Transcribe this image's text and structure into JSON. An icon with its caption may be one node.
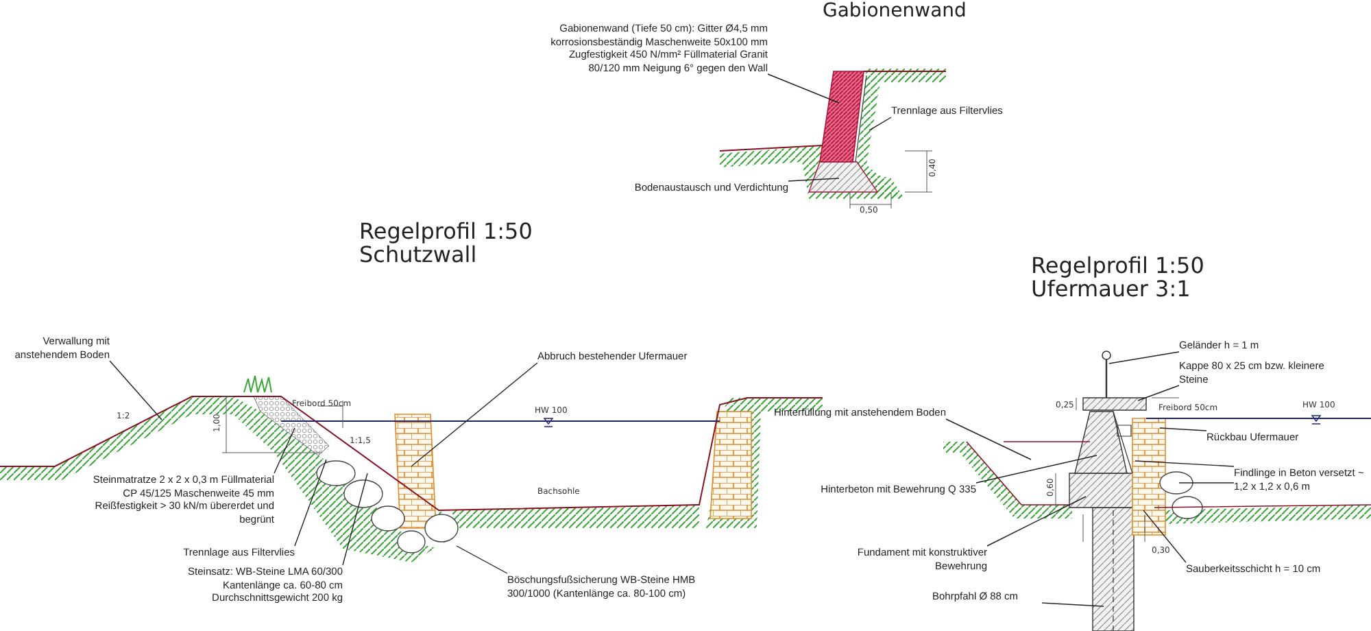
{
  "diagram": {
    "nodes": [
      {
        "text": [
          "Gabionenwand (Tiefe 50 cm): Gitter Ø4,5 mm korrosionsbeständig Maschenweite 50x100 mm Zugfestigkeit 450 N/mm² Füllmaterial Granit 80/120 mm Neigung 6° gegen den Wall"
        ]
      },
      {
        "text": [
          "Trennlage aus Filtervlies"
        ]
      },
      {
        "text": [
          "Bodenaustausch und Verdichtung"
        ]
      },
      {
        "text": [
          "Verwallung mit anstehendem Boden"
        ]
      },
      {
        "text": [
          "Abbruch bestehender Ufermauer"
        ]
      },
      {
        "text": [
          "Steinmatratze 2 x 2 x 0,3 m Füllmaterial CP 45/125 Maschenweite 45 mm Reißfestigkeit > 30 kN/m übererdet und begrünt"
        ]
      },
      {
        "text": [
          "Trennlage aus Filtervlies"
        ]
      },
      {
        "text": [
          "Steinsatz: WB-Steine LMA 60/300 Kantenlänge ca. 60-80 cm Durchschnittsgewicht 200 kg"
        ]
      },
      {
        "text": [
          "Böschungsfußsicherung WB-Steine HMB 300/1000 (Kantenlänge ca. 80-100 cm)"
        ]
      },
      {
        "text": [
          "Geländer h = 1 m"
        ]
      },
      {
        "text": [
          "Kappe 80 x 25 cm bzw. kleinere Steine"
        ]
      },
      {
        "text": [
          "Hinterfüllung mit anstehendem Boden"
        ]
      },
      {
        "text": [
          "Rückbau Ufermauer"
        ]
      },
      {
        "text": [
          "Hinterbeton mit Bewehrung Q 335"
        ]
      },
      {
        "text": [
          "Findlinge in Beton versetzt ~ 1,2 x 1,2 x 0,6 m"
        ]
      },
      {
        "text": [
          "Fundament mit konstruktiver Bewehrung"
        ]
      },
      {
        "text": [
          "Sauberkeitsschicht h = 10 cm"
        ]
      },
      {
        "text": [
          "Bohrpfahl Ø 88 cm"
        ]
      }
    ],
    "edges": [
      {
        "from": 0,
        "to": null,
        "arrow": "none"
      },
      {
        "from": 1,
        "to": null,
        "arrow": "none"
      },
      {
        "from": 2,
        "to": null,
        "arrow": "none"
      },
      {
        "from": 3,
        "to": null,
        "arrow": "none"
      },
      {
        "from": 4,
        "to": null,
        "arrow": "none"
      },
      {
        "from": 5,
        "to": null,
        "arrow": "none"
      },
      {
        "from": 6,
        "to": null,
        "arrow": "none"
      },
      {
        "from": 7,
        "to": null,
        "arrow": "none"
      },
      {
        "from": 8,
        "to": null,
        "arrow": "none"
      },
      {
        "from": 9,
        "to": null,
        "arrow": "none"
      },
      {
        "from": 10,
        "to": null,
        "arrow": "none"
      },
      {
        "from": 11,
        "to": null,
        "arrow": "none"
      },
      {
        "from": 12,
        "to": null,
        "arrow": "none"
      },
      {
        "from": 13,
        "to": null,
        "arrow": "none"
      },
      {
        "from": 14,
        "to": null,
        "arrow": "none"
      },
      {
        "from": 14,
        "to": null,
        "arrow": "none"
      },
      {
        "from": 15,
        "to": null,
        "arrow": "none"
      },
      {
        "from": 16,
        "to": null,
        "arrow": "none"
      },
      {
        "from": 17,
        "to": null,
        "arrow": "none"
      }
    ],
    "labels": [
      "Gabionenwand",
      "0,40",
      "0,50",
      "Regelprofil 1:50",
      "Schutzwall",
      "1:2",
      "1,00",
      "Freibord 50cm",
      "1:1,5",
      "HW 100",
      "Bachsohle",
      "Regelprofil 1:50",
      "Ufermauer 3:1",
      "0,25",
      "Freibord 50cm",
      "HW 100",
      "0,60",
      "0,30"
    ]
  }
}
